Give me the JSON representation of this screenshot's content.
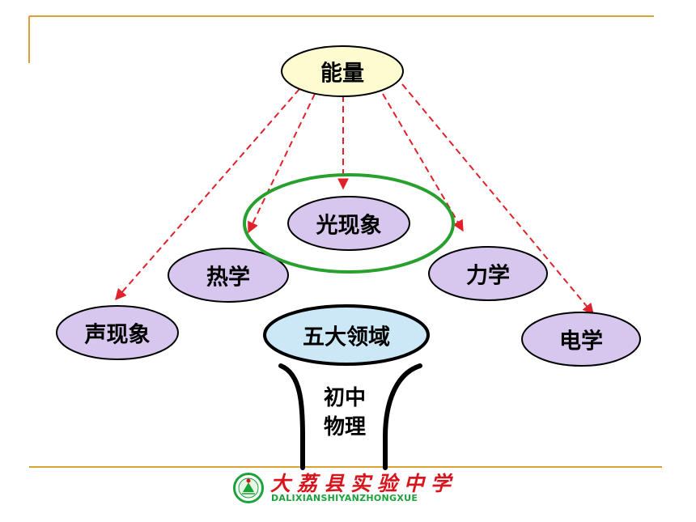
{
  "colors": {
    "frame_line": "#d9a233",
    "arrow": "#e0202a",
    "root_fill": "#fdfbd0",
    "topic_fill": "#d7c6ee",
    "domain_fill": "#cce8f6",
    "highlight_ring": "#27a02e",
    "school_red": "#d8141c",
    "school_green": "#1aa33a"
  },
  "nodes": {
    "root": "能量",
    "optics": "光现象",
    "heat": "热学",
    "mechanics": "力学",
    "sound": "声现象",
    "electricity": "电学",
    "five_domains": "五大领域"
  },
  "stem": {
    "line1": "初中",
    "line2": "物理"
  },
  "footer": {
    "school_name": "大荔县实验中学",
    "school_pinyin": "DALIXIANSHIYANZHONGXUE",
    "logo_icon": "school-emblem-icon"
  }
}
